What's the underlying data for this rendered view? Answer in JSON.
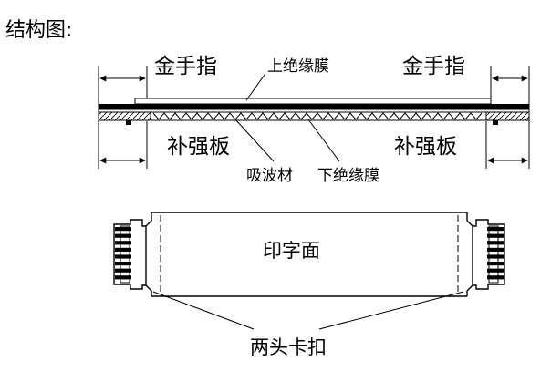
{
  "title": "结构图:",
  "cross_section": {
    "left_finger_label": "金手指",
    "right_finger_label": "金手指",
    "top_insulation_label": "上绝缘膜",
    "left_stiffener_label": "补强板",
    "right_stiffener_label": "补强板",
    "absorber_label": "吸波材",
    "bottom_insulation_label": "下绝缘膜"
  },
  "plan_view": {
    "print_side_label": "印字面",
    "clips_label": "两头卡扣"
  }
}
